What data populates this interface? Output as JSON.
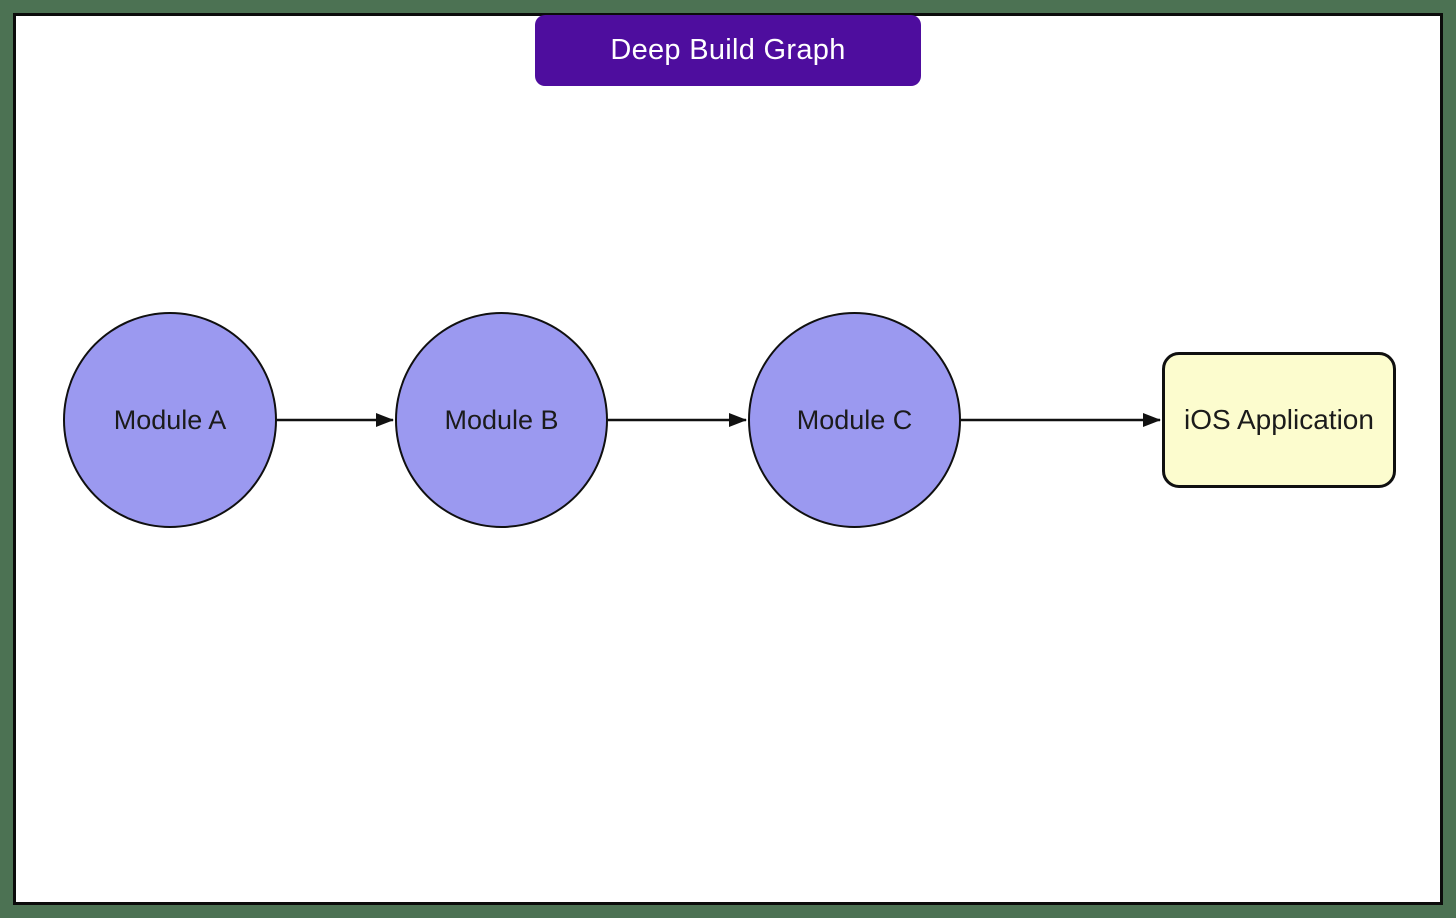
{
  "diagram": {
    "title": "Deep Build Graph",
    "nodes": [
      {
        "id": "module-a",
        "label": "Module A",
        "shape": "circle",
        "fill": "#9B99F0"
      },
      {
        "id": "module-b",
        "label": "Module B",
        "shape": "circle",
        "fill": "#9B99F0"
      },
      {
        "id": "module-c",
        "label": "Module C",
        "shape": "circle",
        "fill": "#9B99F0"
      },
      {
        "id": "ios-application",
        "label": "iOS Application",
        "shape": "rounded-rectangle",
        "fill": "#FCFCCE"
      }
    ],
    "edges": [
      {
        "from": "Module A",
        "to": "Module B"
      },
      {
        "from": "Module B",
        "to": "Module C"
      },
      {
        "from": "Module C",
        "to": "iOS Application"
      }
    ],
    "colors": {
      "title_background": "#4E0D9E",
      "title_text": "#FFFFFF",
      "module_node_fill": "#9B99F0",
      "application_node_fill": "#FCFCCE",
      "node_border": "#101010",
      "edge_stroke": "#111111",
      "outer_frame": "#4C7253",
      "canvas_background": "#FFFFFF"
    }
  }
}
